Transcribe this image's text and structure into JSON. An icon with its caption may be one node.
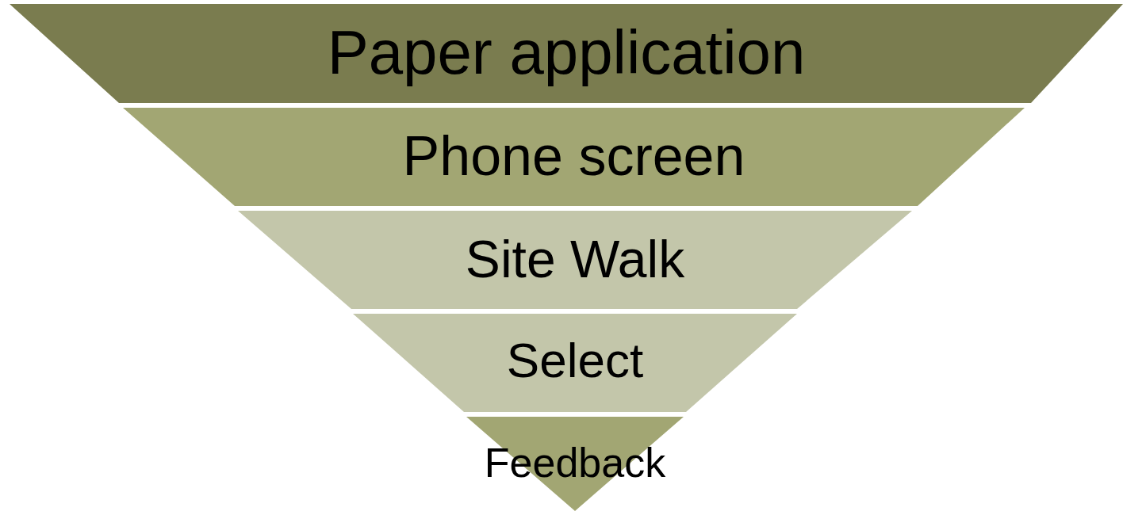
{
  "diagram": {
    "nodes": [
      {
        "text": [
          "Paper application"
        ]
      },
      {
        "text": [
          "Phone screen"
        ]
      },
      {
        "text": [
          "Site Walk"
        ]
      },
      {
        "text": [
          "Select"
        ]
      },
      {
        "text": [
          "Feedback"
        ]
      }
    ]
  }
}
